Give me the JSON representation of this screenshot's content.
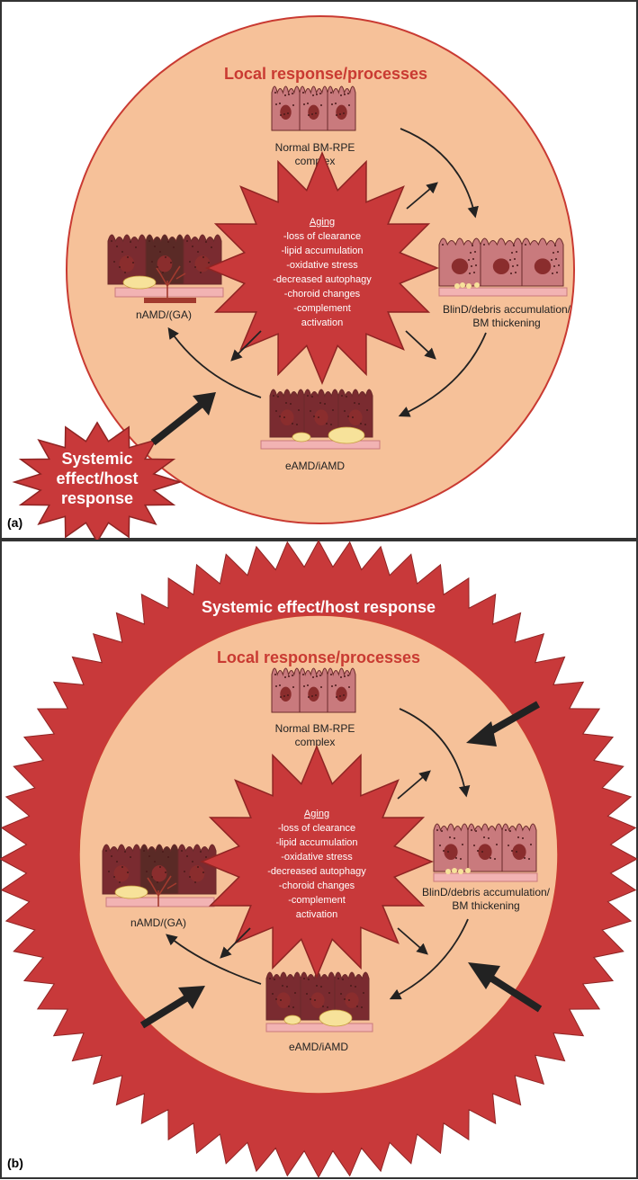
{
  "colors": {
    "panel_border": "#333333",
    "circle_fill": "#f6c199",
    "circle_stroke": "#c93a32",
    "star_fill": "#c8393a",
    "star_stroke": "#8f2423",
    "rpe_normal": "#c97a7d",
    "rpe_dark": "#7a2b30",
    "rpe_darkest": "#5a2a26",
    "membrane": "#f2b3b3",
    "drusen": "#f7e29a",
    "arrow": "#222222"
  },
  "panel_a": {
    "label": "(a)",
    "local_title": "Local response/processes",
    "normal_label_1": "Normal BM-RPE",
    "normal_label_2": "complex",
    "blind_label_1": "BlinD/debris accumulation/",
    "blind_label_2": "BM thickening",
    "eamd_label": "eAMD/iAMD",
    "namd_label": "nAMD/(GA)",
    "aging_title": "Aging",
    "aging_items": [
      "-loss of clearance",
      "-lipid accumulation",
      "-oxidative stress",
      "-decreased autophagy",
      "-choroid changes",
      "-complement",
      "activation"
    ],
    "systemic_lines": [
      "Systemic",
      "effect/host",
      "response"
    ]
  },
  "panel_b": {
    "label": "(b)",
    "systemic_title": "Systemic effect/host response",
    "local_title": "Local response/processes",
    "normal_label_1": "Normal BM-RPE",
    "normal_label_2": "complex",
    "blind_label_1": "BlinD/debris accumulation/",
    "blind_label_2": "BM thickening",
    "eamd_label": "eAMD/iAMD",
    "namd_label": "nAMD/(GA)",
    "aging_title": "Aging",
    "aging_items": [
      "-loss of clearance",
      "-lipid accumulation",
      "-oxidative stress",
      "-decreased autophagy",
      "-choroid changes",
      "-complement",
      "activation"
    ]
  }
}
